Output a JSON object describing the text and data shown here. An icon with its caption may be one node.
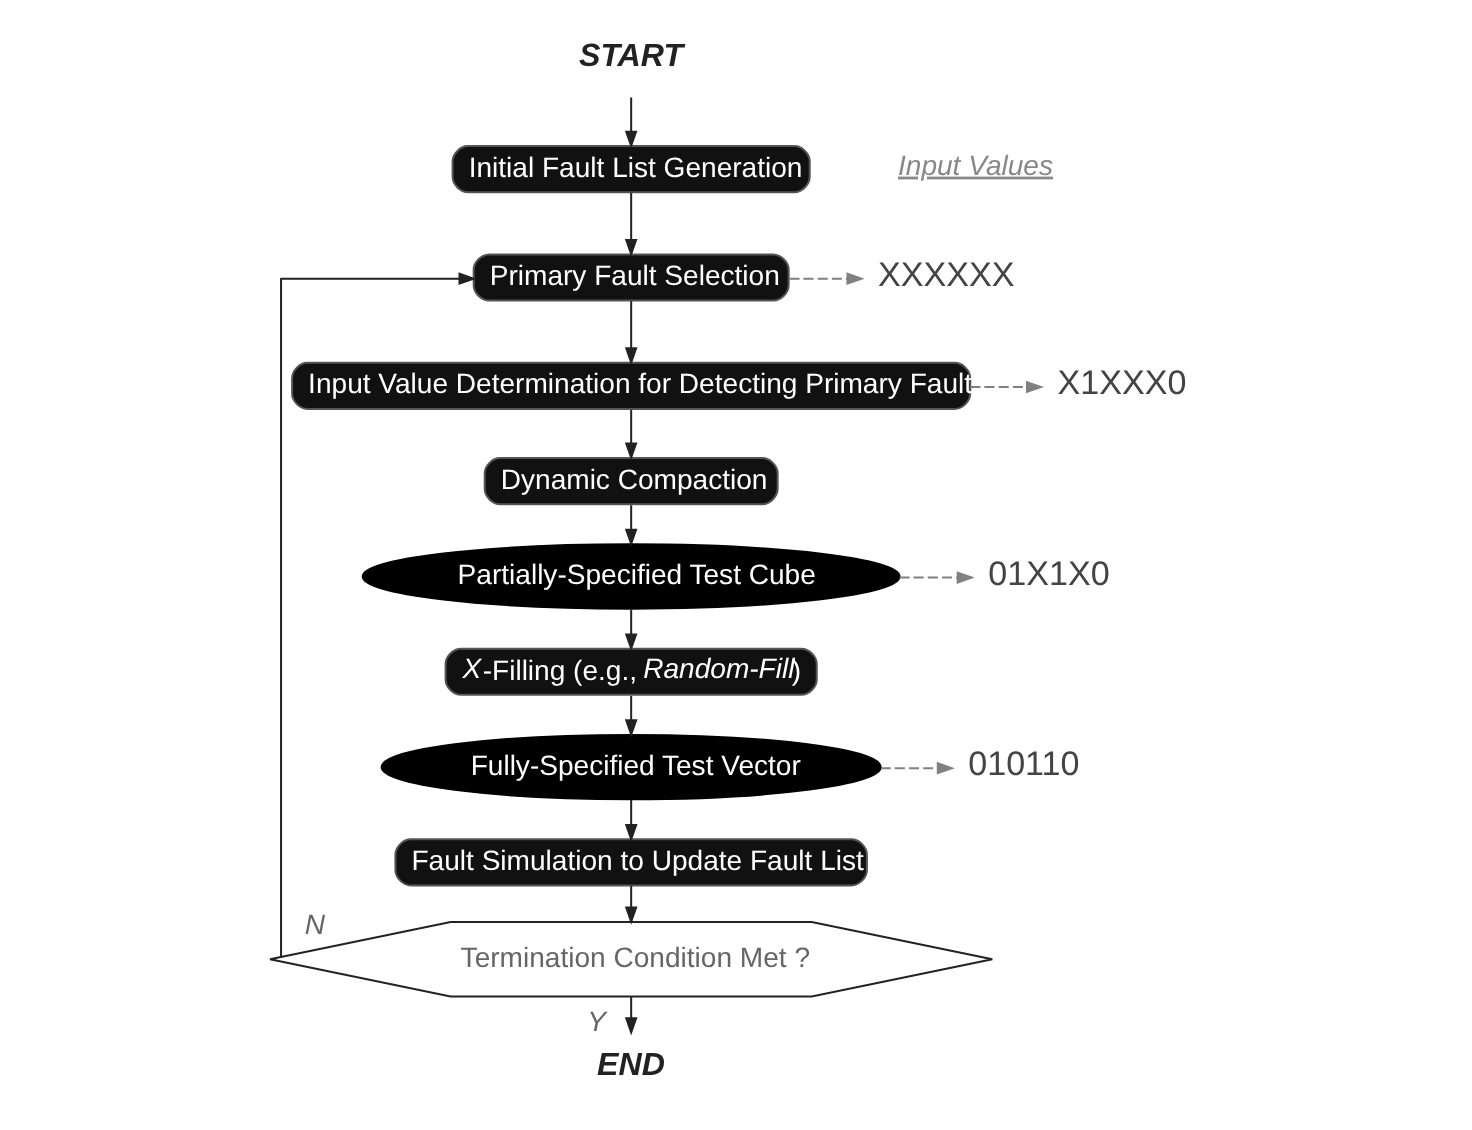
{
  "diagram": {
    "nodes": [
      {
        "text": [
          "START"
        ]
      },
      {
        "text": [
          "Initial Fault List Generation"
        ]
      },
      {
        "text": [
          "Primary Fault Selection"
        ]
      },
      {
        "text": [
          "Input Value Determination for Detecting Primary Fault"
        ]
      },
      {
        "text": [
          "Dynamic Compaction"
        ]
      },
      {
        "text": [
          "Partially-Specified Test Cube"
        ]
      },
      {
        "text": [
          "*X*-Filling (e.g., *Random-Fill*)"
        ]
      },
      {
        "text": [
          "Fully-Specified Test Vector"
        ]
      },
      {
        "text": [
          "Fault Simulation to Update Fault List"
        ]
      },
      {
        "text": [
          "Termination Condition Met ?"
        ]
      },
      {
        "text": [
          "END"
        ]
      },
      {
        "text": [
          "XXXXXX"
        ]
      },
      {
        "text": [
          "X1XXX0"
        ]
      },
      {
        "text": [
          "01X1X0"
        ]
      },
      {
        "text": [
          "010110"
        ]
      }
    ],
    "edges": [
      {
        "from": 0,
        "to": 1,
        "arrow": "to"
      },
      {
        "from": 1,
        "to": 2,
        "arrow": "to"
      },
      {
        "from": 2,
        "to": 3,
        "arrow": "to"
      },
      {
        "from": 3,
        "to": 4,
        "arrow": "to"
      },
      {
        "from": 4,
        "to": 5,
        "arrow": "to"
      },
      {
        "from": 5,
        "to": 6,
        "arrow": "to"
      },
      {
        "from": 6,
        "to": 7,
        "arrow": "to"
      },
      {
        "from": 7,
        "to": 8,
        "arrow": "to"
      },
      {
        "from": 8,
        "to": 9,
        "arrow": "to"
      },
      {
        "from": 9,
        "to": 2,
        "arrow": "to",
        "label": "N"
      },
      {
        "from": 9,
        "to": 10,
        "arrow": "to",
        "label": "Y"
      },
      {
        "from": 2,
        "to": 11,
        "arrow": "to",
        "style": "dashed",
        "color": "#808080"
      },
      {
        "from": 3,
        "to": 12,
        "arrow": "to",
        "style": "dashed",
        "color": "#808080"
      },
      {
        "from": 5,
        "to": 13,
        "arrow": "to",
        "style": "dashed",
        "color": "#808080"
      },
      {
        "from": 7,
        "to": 14,
        "arrow": "to",
        "style": "dashed",
        "color": "#808080"
      }
    ],
    "labels": [
      "Input Values"
    ]
  }
}
